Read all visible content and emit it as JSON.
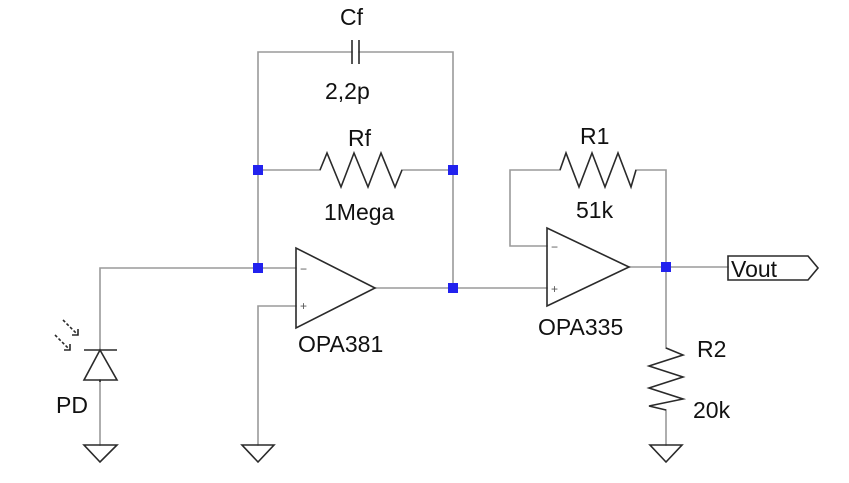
{
  "components": {
    "cf": {
      "name": "Cf",
      "value": "2,2p"
    },
    "rf": {
      "name": "Rf",
      "value": "1Mega"
    },
    "r1": {
      "name": "R1",
      "value": "51k"
    },
    "r2": {
      "name": "R2",
      "value": "20k"
    },
    "u1": {
      "name": "OPA381"
    },
    "u2": {
      "name": "OPA335"
    },
    "pd": {
      "name": "PD"
    }
  },
  "output_port": {
    "label": "Vout"
  },
  "opamp_signs": {
    "minus": "−",
    "plus": "+"
  },
  "colors": {
    "wire": "#9a9a9a",
    "component": "#2a2a2a",
    "junction": "#2222ee",
    "text": "#111111"
  }
}
